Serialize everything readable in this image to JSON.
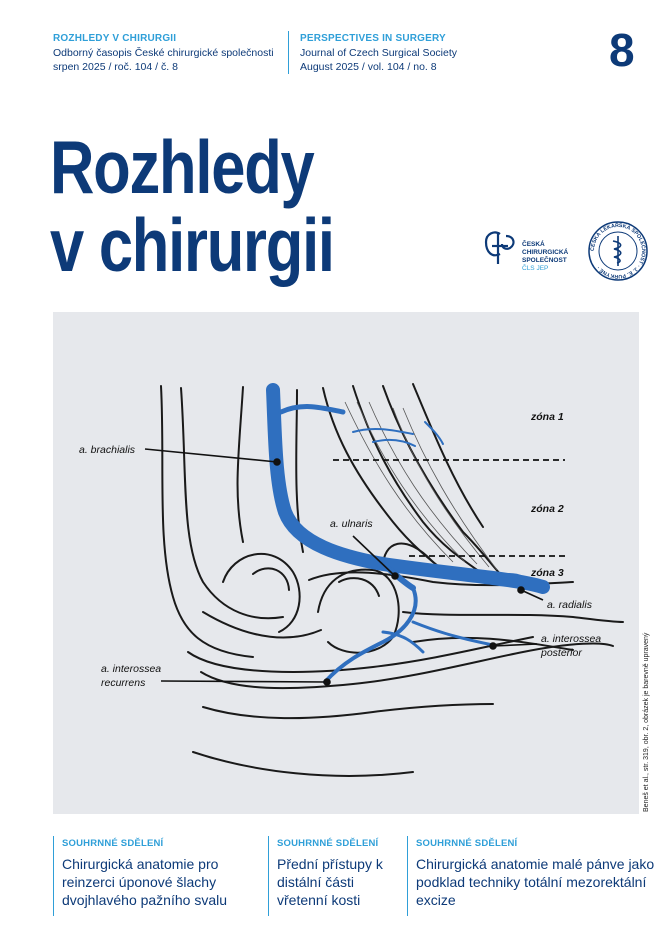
{
  "header": {
    "left": {
      "kicker": "ROZHLEDY V CHIRURGII",
      "line1": "Odborný časopis České chirurgické společnosti",
      "line2": "srpen 2025 / roč. 104 / č. 8"
    },
    "right": {
      "kicker": "PERSPECTIVES IN SURGERY",
      "line1": "Journal of Czech Surgical Society",
      "line2": "August 2025 / vol. 104 / no. 8"
    },
    "issue_number": "8"
  },
  "title": {
    "line1": "Rozhledy",
    "line2": "v chirurgii"
  },
  "logos": {
    "ccs": {
      "line1": "ČESKÁ",
      "line2": "CHIRURGICKÁ",
      "line3": "SPOLEČNOST",
      "line4": "ČLS JEP"
    },
    "cls": {
      "ring": "ČESKÁ LÉKAŘSKÁ SPOLEČNOST · J. E. PURKYNĚ ·"
    }
  },
  "figure": {
    "labels": {
      "brachialis": "a. brachialis",
      "ulnaris": "a. ulnaris",
      "radialis": "a. radialis",
      "interossea_posterior_1": "a. interossea",
      "interossea_posterior_2": "posterior",
      "interossea_recurrens_1": "a. interossea",
      "interossea_recurrens_2": "recurrens",
      "zona1": "zóna 1",
      "zona2": "zóna 2",
      "zona3": "zóna 3"
    },
    "credit": "Beneš et al., str. 319, obr. 2, obrázek je barevně upravený",
    "colors": {
      "artery": "#2f6fbf",
      "background": "#e6e8ec"
    }
  },
  "articles": [
    {
      "kicker": "SOUHRNNÉ SDĚLENÍ",
      "title": "Chirurgická anatomie pro reinzerci úponové šlachy dvojhlavého pažního svalu"
    },
    {
      "kicker": "SOUHRNNÉ SDĚLENÍ",
      "title": "Přední přístupy k distální části vřetenní kosti"
    },
    {
      "kicker": "SOUHRNNÉ SDĚLENÍ",
      "title": "Chirurgická anatomie malé pánve jako podklad techniky totální mezorektální excize"
    }
  ]
}
